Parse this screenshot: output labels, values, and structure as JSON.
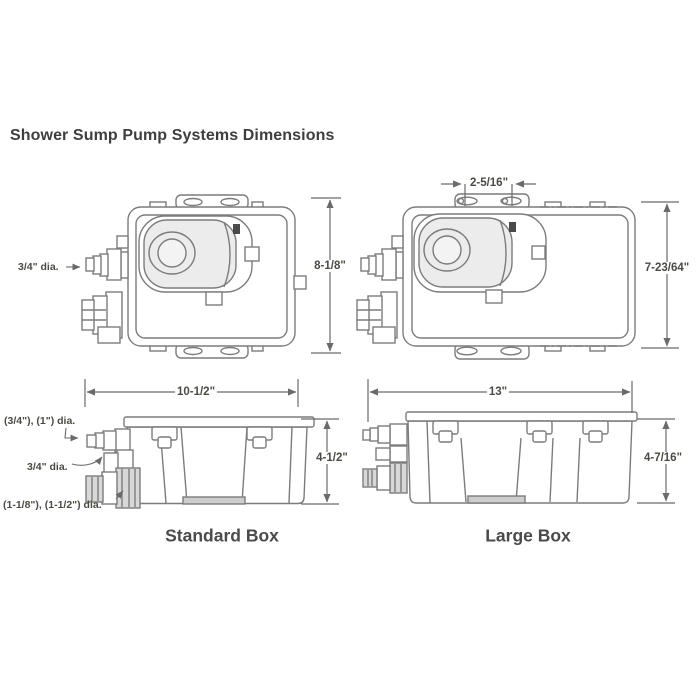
{
  "page": {
    "title": "Shower Sump Pump Systems Dimensions"
  },
  "standard_top": {
    "inlet_dia": "3/4\" dia.",
    "height": "8-1/8\""
  },
  "large_top": {
    "tab_spacing": "2-5/16\"",
    "height": "7-23/64\""
  },
  "standard_side": {
    "width": "10-1/2\"",
    "height": "4-1/2\"",
    "upper_fitting_dia": "(3/4\"), (1\") dia.",
    "mid_fitting_dia": "3/4\" dia.",
    "lower_fitting_dia": "(1-1/8\"), (1-1/2\") dia.",
    "caption": "Standard Box"
  },
  "large_side": {
    "width": "13\"",
    "height": "4-7/16\"",
    "caption": "Large Box"
  },
  "colors": {
    "line": "#7c7c7c",
    "dimension_line": "#6a6a6a",
    "label_text": "#4b4a45",
    "title_text": "#3e3e3e",
    "pump_fill": "#ececec",
    "fitting_fill": "#d8d8d8",
    "background": "#ffffff"
  }
}
